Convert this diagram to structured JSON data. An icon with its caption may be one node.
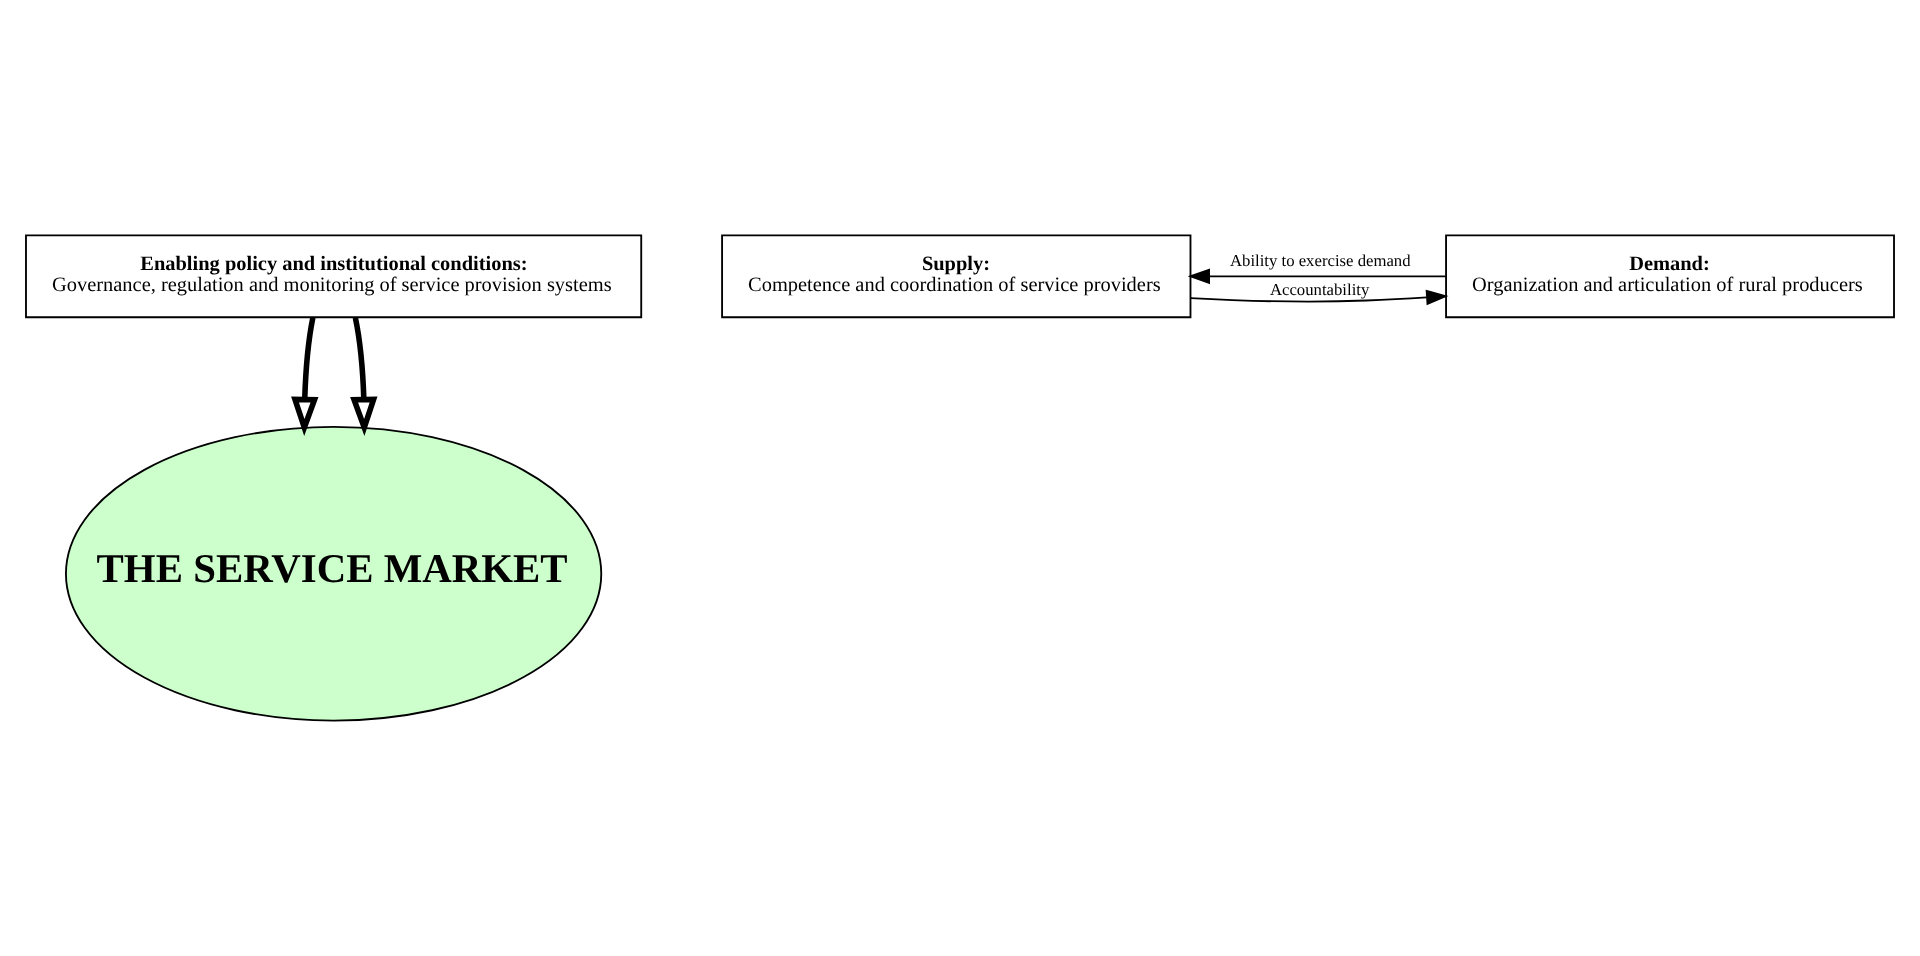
{
  "diagram": {
    "nodes": [
      {
        "text": [
          "Enabling policy and institutional conditions:",
          "Governance, regulation and monitoring of service provision systems"
        ]
      },
      {
        "text": [
          "THE SERVICE MARKET"
        ]
      },
      {
        "text": [
          "Supply:",
          "Competence and coordination of service providers"
        ]
      },
      {
        "text": [
          "Demand:",
          "Organization and articulation of rural producers"
        ]
      }
    ],
    "edges": [
      {
        "from": 0,
        "to": 1,
        "arrow": "to",
        "style": "thick"
      },
      {
        "from": 0,
        "to": 1,
        "arrow": "to",
        "style": "thick"
      },
      {
        "from": 2,
        "to": 3,
        "arrow": "to",
        "label": "Accountability"
      },
      {
        "from": 3,
        "to": 2,
        "arrow": "to",
        "label": "Ability to exercise demand"
      }
    ]
  }
}
